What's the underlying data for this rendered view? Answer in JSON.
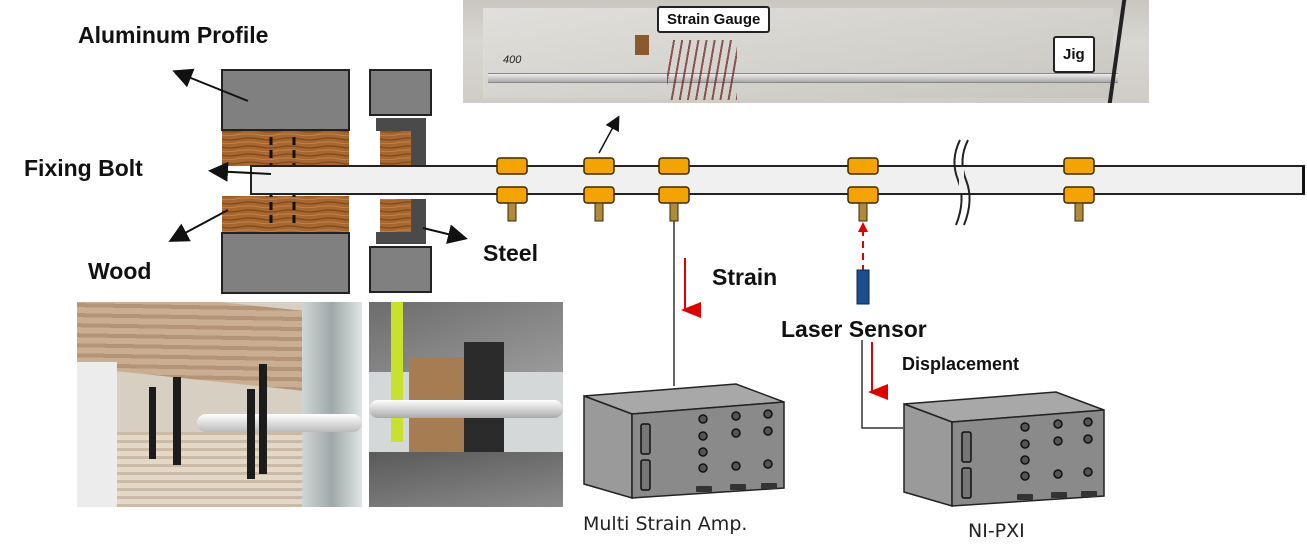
{
  "labels": {
    "aluminum_profile": "Aluminum Profile",
    "fixing_bolt": "Fixing Bolt",
    "wood": "Wood",
    "steel": "Steel",
    "strain": "Strain",
    "laser_sensor": "Laser Sensor",
    "displacement": "Displacement",
    "multi_strain_amp": "Multi Strain Amp.",
    "ni_pxi": "NI-PXI"
  },
  "photo_top": {
    "strain_gauge_label": "Strain Gauge",
    "jig_label": "Jig",
    "marking": "400"
  },
  "colors": {
    "aluminum": "#808080",
    "steel": "#4a4a4a",
    "wood": "#a0622c",
    "beam": "#f0f0f0",
    "gauge": "#f5a300",
    "gauge_stem": "#b08a3c",
    "signal_arrow": "#e00000",
    "laser": "#1a4f8c"
  },
  "gauge_positions": [
    "g1",
    "g2",
    "g3",
    "g4",
    "g5"
  ]
}
